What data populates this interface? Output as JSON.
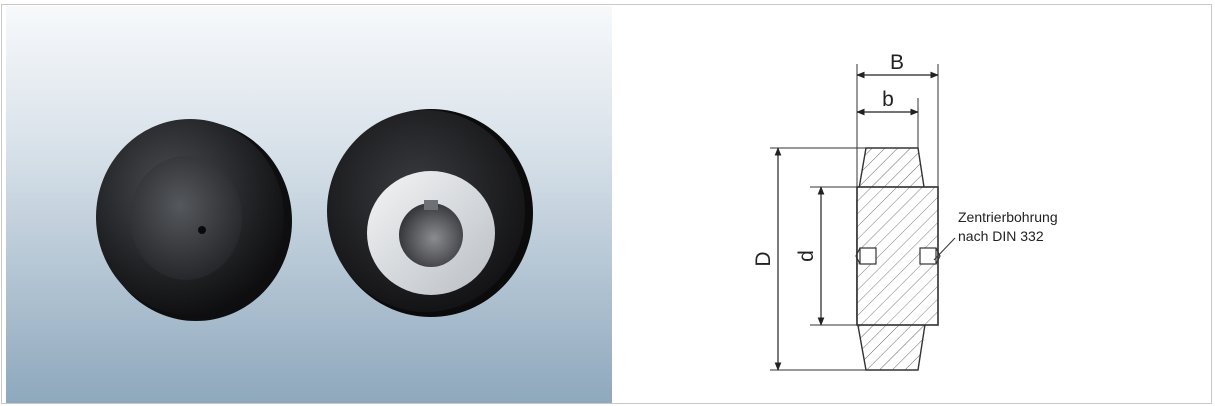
{
  "drawing": {
    "dim_B": "B",
    "dim_b": "b",
    "dim_D": "D",
    "dim_d": "d",
    "note_line1": "Zentrierbohrung",
    "note_line2": "nach DIN 332"
  },
  "colors": {
    "photo_bg_top": "#f7f9fb",
    "photo_bg_bottom": "#8ea8bd",
    "wheel_rubber": "#1c1d1f",
    "hub_metal": "#dfe2e6",
    "line": "#333333"
  }
}
